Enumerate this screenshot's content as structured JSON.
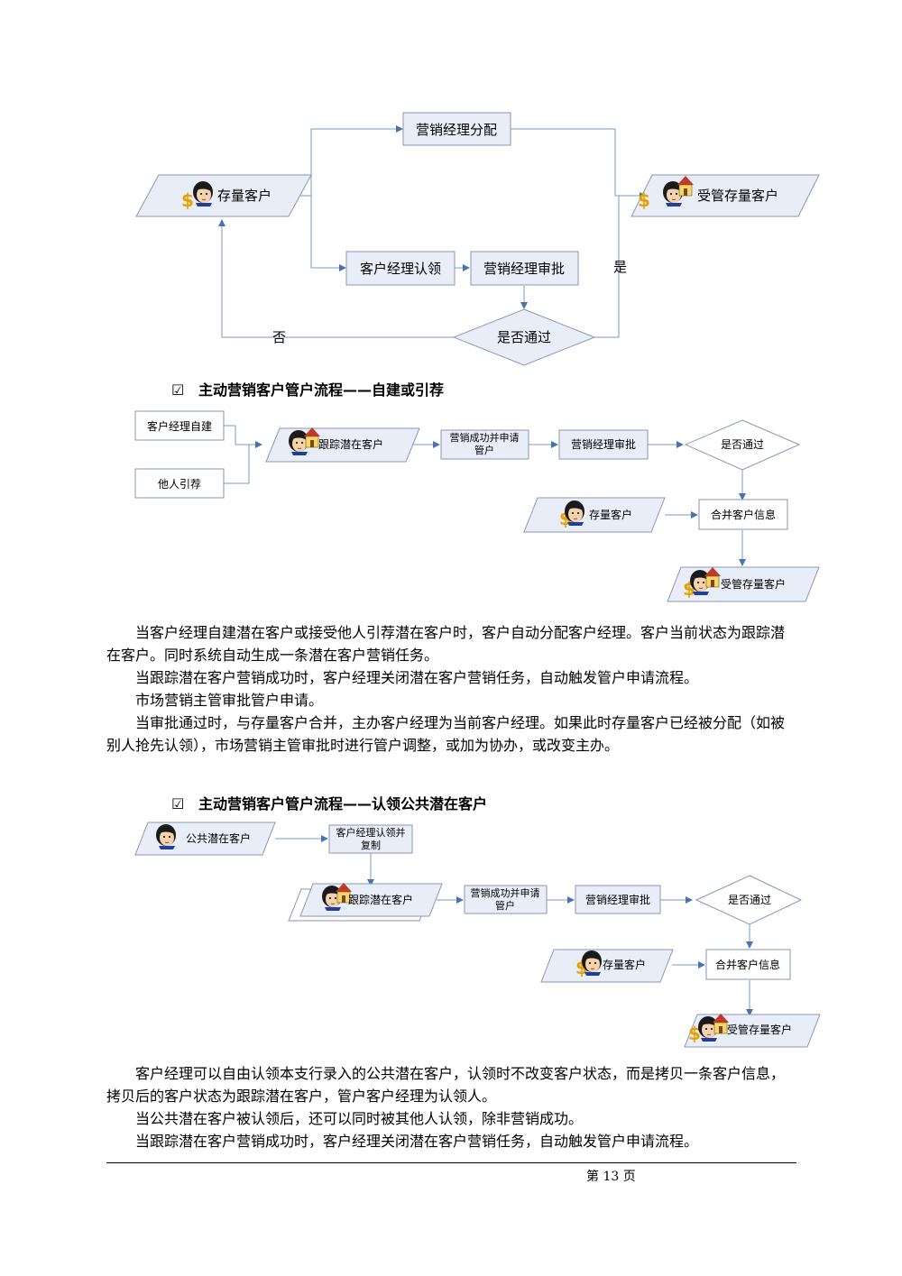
{
  "flow1": {
    "stock_customer": "存量客户",
    "marketing_manager_assign": "营销经理分配",
    "managed_stock_customer": "受管存量客户",
    "account_manager_claim": "客户经理认领",
    "marketing_manager_approve": "营销经理审批",
    "passed": "是否通过",
    "yes": "是",
    "no": "否"
  },
  "section2": {
    "heading": "主动营销客户管户流程——自建或引荐",
    "self_built": "客户经理自建",
    "referral": "他人引荐",
    "tracking": "跟踪潜在客户",
    "apply_line1": "营销成功并申请",
    "apply_line2": "管户",
    "approve": "营销经理审批",
    "passed": "是否通过",
    "stock_customer": "存量客户",
    "merge": "合并客户信息",
    "managed": "受管存量客户"
  },
  "para1": [
    "当客户经理自建潜在客户或接受他人引荐潜在客户时，客户自动分配客户经理。客户当前状态为跟踪潜在客户。同时系统自动生成一条潜在客户营销任务。",
    "当跟踪潜在客户营销成功时，客户经理关闭潜在客户营销任务，自动触发管户申请流程。",
    "市场营销主管审批管户申请。",
    "当审批通过时，与存量客户合并，主办客户经理为当前客户经理。如果此时存量客户已经被分配（如被别人抢先认领），市场营销主管审批时进行管户调整，或加为协办，或改变主办。"
  ],
  "section3": {
    "heading": "主动营销客户管户流程——认领公共潜在客户",
    "public": "公共潜在客户",
    "claim_line1": "客户经理认领并",
    "claim_line2": "复制",
    "tracking": "跟踪潜在客户",
    "apply_line1": "营销成功并申请",
    "apply_line2": "管户",
    "approve": "营销经理审批",
    "passed": "是否通过",
    "stock_customer": "存量客户",
    "merge": "合并客户信息",
    "managed": "受管存量客户"
  },
  "para2": [
    "客户经理可以自由认领本支行录入的公共潜在客户，认领时不改变客户状态，而是拷贝一条客户信息，拷贝后的客户状态为跟踪潜在客户，管户客户经理为认领人。",
    "当公共潜在客户被认领后，还可以同时被其他人认领，除非营销成功。",
    "当跟踪潜在客户营销成功时，客户经理关闭潜在客户营销任务，自动触发管户申请流程。"
  ],
  "footer": {
    "page": "第 13 页"
  },
  "checkbox_symbol": "☑"
}
